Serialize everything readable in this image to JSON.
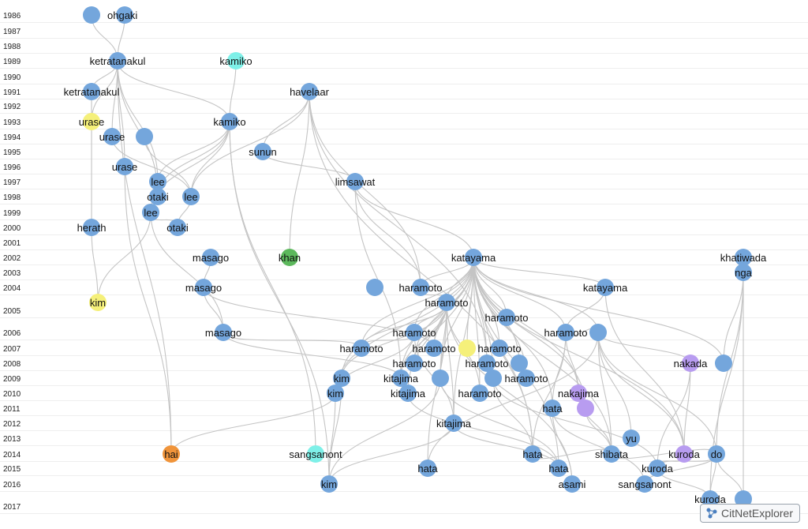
{
  "years": [
    "1986",
    "1987",
    "1988",
    "1989",
    "1990",
    "1991",
    "1992",
    "1993",
    "1994",
    "1995",
    "1996",
    "1997",
    "1998",
    "1999",
    "2000",
    "2001",
    "2002",
    "2003",
    "2004",
    "2005",
    "2006",
    "2007",
    "2008",
    "2009",
    "2010",
    "2011",
    "2012",
    "2013",
    "2014",
    "2015",
    "2016",
    "2017"
  ],
  "colors": {
    "blue": "#74a6dc",
    "yellow": "#f5f07a",
    "cyan": "#7ef0e8",
    "green": "#5cb85c",
    "orange": "#f0943a",
    "purple": "#b89cf0",
    "edge": "#c4c4c4"
  },
  "nodes": [
    {
      "id": "n1",
      "label": "",
      "year": 1986,
      "color": "blue"
    },
    {
      "id": "n2",
      "label": "ohgaki",
      "year": 1986,
      "color": "blue"
    },
    {
      "id": "n3",
      "label": "ketratanakul",
      "year": 1989,
      "color": "blue"
    },
    {
      "id": "n4",
      "label": "kamiko",
      "year": 1989,
      "color": "cyan"
    },
    {
      "id": "n5",
      "label": "ketratanakul",
      "year": 1991,
      "color": "blue"
    },
    {
      "id": "n6",
      "label": "havelaar",
      "year": 1991,
      "color": "blue"
    },
    {
      "id": "n7",
      "label": "urase",
      "year": 1993,
      "color": "yellow"
    },
    {
      "id": "n8",
      "label": "kamiko",
      "year": 1993,
      "color": "blue"
    },
    {
      "id": "n9",
      "label": "urase",
      "year": 1994,
      "color": "blue"
    },
    {
      "id": "n10",
      "label": "",
      "year": 1994,
      "color": "blue"
    },
    {
      "id": "n11",
      "label": "sunun",
      "year": 1995,
      "color": "blue"
    },
    {
      "id": "n12",
      "label": "urase",
      "year": 1996,
      "color": "blue"
    },
    {
      "id": "n13",
      "label": "lee",
      "year": 1997,
      "color": "blue"
    },
    {
      "id": "n14",
      "label": "limsawat",
      "year": 1997,
      "color": "blue"
    },
    {
      "id": "n15",
      "label": "otaki",
      "year": 1998,
      "color": "blue"
    },
    {
      "id": "n16",
      "label": "lee",
      "year": 1998,
      "color": "blue"
    },
    {
      "id": "n17",
      "label": "lee",
      "year": 1999,
      "color": "blue"
    },
    {
      "id": "n18",
      "label": "herath",
      "year": 2000,
      "color": "blue"
    },
    {
      "id": "n19",
      "label": "otaki",
      "year": 2000,
      "color": "blue"
    },
    {
      "id": "n20",
      "label": "masago",
      "year": 2002,
      "color": "blue"
    },
    {
      "id": "n21",
      "label": "khan",
      "year": 2002,
      "color": "green"
    },
    {
      "id": "n22",
      "label": "katayama",
      "year": 2002,
      "color": "blue"
    },
    {
      "id": "n23",
      "label": "khatiwada",
      "year": 2002,
      "color": "blue"
    },
    {
      "id": "n24",
      "label": "nga",
      "year": 2003,
      "color": "blue"
    },
    {
      "id": "n25",
      "label": "masago",
      "year": 2004,
      "color": "blue"
    },
    {
      "id": "n26",
      "label": "",
      "year": 2004,
      "color": "blue"
    },
    {
      "id": "n27",
      "label": "haramoto",
      "year": 2004,
      "color": "blue"
    },
    {
      "id": "n28",
      "label": "katayama",
      "year": 2004,
      "color": "blue"
    },
    {
      "id": "n29",
      "label": "kim",
      "year": 2005,
      "color": "yellow"
    },
    {
      "id": "n30",
      "label": "haramoto",
      "year": 2005,
      "color": "blue"
    },
    {
      "id": "n31",
      "label": "haramoto",
      "year": 2006,
      "color": "blue"
    },
    {
      "id": "n32",
      "label": "masago",
      "year": 2006,
      "color": "blue"
    },
    {
      "id": "n33",
      "label": "haramoto",
      "year": 2006,
      "color": "blue"
    },
    {
      "id": "n34",
      "label": "haramoto",
      "year": 2006,
      "color": "blue"
    },
    {
      "id": "n35",
      "label": "",
      "year": 2006,
      "color": "blue"
    },
    {
      "id": "n36",
      "label": "haramoto",
      "year": 2007,
      "color": "blue"
    },
    {
      "id": "n37",
      "label": "haramoto",
      "year": 2007,
      "color": "blue"
    },
    {
      "id": "n38",
      "label": "",
      "year": 2007,
      "color": "yellow"
    },
    {
      "id": "n39",
      "label": "haramoto",
      "year": 2007,
      "color": "blue"
    },
    {
      "id": "n40",
      "label": "haramoto",
      "year": 2008,
      "color": "blue"
    },
    {
      "id": "n41",
      "label": "haramoto",
      "year": 2008,
      "color": "blue"
    },
    {
      "id": "n42",
      "label": "",
      "year": 2008,
      "color": "blue"
    },
    {
      "id": "n43",
      "label": "nakada",
      "year": 2008,
      "color": "purple"
    },
    {
      "id": "n44",
      "label": "",
      "year": 2008,
      "color": "blue"
    },
    {
      "id": "n45",
      "label": "kim",
      "year": 2009,
      "color": "blue"
    },
    {
      "id": "n46",
      "label": "kitajima",
      "year": 2009,
      "color": "blue"
    },
    {
      "id": "n47",
      "label": "",
      "year": 2009,
      "color": "blue"
    },
    {
      "id": "n48",
      "label": "",
      "year": 2009,
      "color": "blue"
    },
    {
      "id": "n49",
      "label": "haramoto",
      "year": 2009,
      "color": "blue"
    },
    {
      "id": "n50",
      "label": "kim",
      "year": 2010,
      "color": "blue"
    },
    {
      "id": "n51",
      "label": "kitajima",
      "year": 2010,
      "color": "blue"
    },
    {
      "id": "n52",
      "label": "haramoto",
      "year": 2010,
      "color": "blue"
    },
    {
      "id": "n53",
      "label": "nakajima",
      "year": 2010,
      "color": "purple"
    },
    {
      "id": "n54",
      "label": "hata",
      "year": 2011,
      "color": "blue"
    },
    {
      "id": "n55",
      "label": "",
      "year": 2011,
      "color": "purple"
    },
    {
      "id": "n56",
      "label": "kitajima",
      "year": 2012,
      "color": "blue"
    },
    {
      "id": "n57",
      "label": "yu",
      "year": 2013,
      "color": "blue"
    },
    {
      "id": "n58",
      "label": "hai",
      "year": 2014,
      "color": "orange"
    },
    {
      "id": "n59",
      "label": "sangsanont",
      "year": 2014,
      "color": "cyan"
    },
    {
      "id": "n60",
      "label": "hata",
      "year": 2014,
      "color": "blue"
    },
    {
      "id": "n61",
      "label": "shibata",
      "year": 2014,
      "color": "blue"
    },
    {
      "id": "n62",
      "label": "kuroda",
      "year": 2014,
      "color": "purple"
    },
    {
      "id": "n63",
      "label": "do",
      "year": 2014,
      "color": "blue"
    },
    {
      "id": "n64",
      "label": "hata",
      "year": 2015,
      "color": "blue"
    },
    {
      "id": "n65",
      "label": "hata",
      "year": 2015,
      "color": "blue"
    },
    {
      "id": "n66",
      "label": "kuroda",
      "year": 2015,
      "color": "blue"
    },
    {
      "id": "n67",
      "label": "kim",
      "year": 2016,
      "color": "blue"
    },
    {
      "id": "n68",
      "label": "asami",
      "year": 2016,
      "color": "blue"
    },
    {
      "id": "n69",
      "label": "sangsanont",
      "year": 2016,
      "color": "blue"
    },
    {
      "id": "n70",
      "label": "kuroda",
      "year": 2017,
      "color": "blue"
    },
    {
      "id": "n71",
      "label": "",
      "year": 2017,
      "color": "blue"
    }
  ],
  "edges": [
    [
      "n1",
      "n3"
    ],
    [
      "n2",
      "n3"
    ],
    [
      "n3",
      "n5"
    ],
    [
      "n3",
      "n7"
    ],
    [
      "n3",
      "n9"
    ],
    [
      "n3",
      "n12"
    ],
    [
      "n3",
      "n13"
    ],
    [
      "n3",
      "n15"
    ],
    [
      "n3",
      "n8"
    ],
    [
      "n3",
      "n58"
    ],
    [
      "n4",
      "n8"
    ],
    [
      "n5",
      "n7"
    ],
    [
      "n7",
      "n18"
    ],
    [
      "n18",
      "n29"
    ],
    [
      "n12",
      "n58"
    ],
    [
      "n9",
      "n16"
    ],
    [
      "n10",
      "n16"
    ],
    [
      "n8",
      "n13"
    ],
    [
      "n8",
      "n15"
    ],
    [
      "n8",
      "n16"
    ],
    [
      "n8",
      "n17"
    ],
    [
      "n8",
      "n59"
    ],
    [
      "n8",
      "n67"
    ],
    [
      "n6",
      "n11"
    ],
    [
      "n6",
      "n21"
    ],
    [
      "n6",
      "n16"
    ],
    [
      "n6",
      "n27"
    ],
    [
      "n6",
      "n41"
    ],
    [
      "n6",
      "n60"
    ],
    [
      "n11",
      "n14"
    ],
    [
      "n14",
      "n22"
    ],
    [
      "n14",
      "n27"
    ],
    [
      "n14",
      "n46"
    ],
    [
      "n13",
      "n17"
    ],
    [
      "n15",
      "n17"
    ],
    [
      "n16",
      "n19"
    ],
    [
      "n17",
      "n29"
    ],
    [
      "n17",
      "n32"
    ],
    [
      "n17",
      "n19"
    ],
    [
      "n20",
      "n25"
    ],
    [
      "n25",
      "n32"
    ],
    [
      "n22",
      "n27"
    ],
    [
      "n22",
      "n30"
    ],
    [
      "n22",
      "n31"
    ],
    [
      "n22",
      "n33"
    ],
    [
      "n22",
      "n34"
    ],
    [
      "n22",
      "n35"
    ],
    [
      "n22",
      "n36"
    ],
    [
      "n22",
      "n37"
    ],
    [
      "n22",
      "n38"
    ],
    [
      "n22",
      "n39"
    ],
    [
      "n22",
      "n40"
    ],
    [
      "n22",
      "n41"
    ],
    [
      "n22",
      "n42"
    ],
    [
      "n22",
      "n44"
    ],
    [
      "n22",
      "n45"
    ],
    [
      "n22",
      "n46"
    ],
    [
      "n22",
      "n47"
    ],
    [
      "n22",
      "n48"
    ],
    [
      "n22",
      "n49"
    ],
    [
      "n22",
      "n50"
    ],
    [
      "n22",
      "n51"
    ],
    [
      "n22",
      "n52"
    ],
    [
      "n22",
      "n53"
    ],
    [
      "n22",
      "n54"
    ],
    [
      "n22",
      "n55"
    ],
    [
      "n22",
      "n56"
    ],
    [
      "n22",
      "n60"
    ],
    [
      "n22",
      "n61"
    ],
    [
      "n22",
      "n62"
    ],
    [
      "n22",
      "n64"
    ],
    [
      "n22",
      "n28"
    ],
    [
      "n23",
      "n24"
    ],
    [
      "n24",
      "n44"
    ],
    [
      "n24",
      "n63"
    ],
    [
      "n24",
      "n70"
    ],
    [
      "n24",
      "n71"
    ],
    [
      "n28",
      "n34"
    ],
    [
      "n28",
      "n62"
    ],
    [
      "n27",
      "n30"
    ],
    [
      "n30",
      "n31"
    ],
    [
      "n30",
      "n36"
    ],
    [
      "n30",
      "n37"
    ],
    [
      "n30",
      "n40"
    ],
    [
      "n30",
      "n45"
    ],
    [
      "n30",
      "n46"
    ],
    [
      "n30",
      "n47"
    ],
    [
      "n30",
      "n52"
    ],
    [
      "n30",
      "n56"
    ],
    [
      "n30",
      "n65"
    ],
    [
      "n30",
      "n68"
    ],
    [
      "n31",
      "n36"
    ],
    [
      "n31",
      "n50"
    ],
    [
      "n31",
      "n56"
    ],
    [
      "n34",
      "n35"
    ],
    [
      "n34",
      "n53"
    ],
    [
      "n34",
      "n54"
    ],
    [
      "n34",
      "n60"
    ],
    [
      "n35",
      "n43"
    ],
    [
      "n35",
      "n57"
    ],
    [
      "n35",
      "n61"
    ],
    [
      "n35",
      "n62"
    ],
    [
      "n35",
      "n63"
    ],
    [
      "n35",
      "n65"
    ],
    [
      "n43",
      "n62"
    ],
    [
      "n43",
      "n66"
    ],
    [
      "n45",
      "n50"
    ],
    [
      "n50",
      "n67"
    ],
    [
      "n45",
      "n67"
    ],
    [
      "n50",
      "n58"
    ],
    [
      "n46",
      "n51"
    ],
    [
      "n47",
      "n67"
    ],
    [
      "n47",
      "n64"
    ],
    [
      "n48",
      "n60"
    ],
    [
      "n48",
      "n66"
    ],
    [
      "n51",
      "n64"
    ],
    [
      "n56",
      "n64"
    ],
    [
      "n56",
      "n67"
    ],
    [
      "n53",
      "n61"
    ],
    [
      "n55",
      "n61"
    ],
    [
      "n54",
      "n69"
    ],
    [
      "n54",
      "n68"
    ],
    [
      "n60",
      "n61"
    ],
    [
      "n61",
      "n63"
    ],
    [
      "n62",
      "n66"
    ],
    [
      "n63",
      "n66"
    ],
    [
      "n63",
      "n69"
    ],
    [
      "n63",
      "n70"
    ],
    [
      "n63",
      "n71"
    ],
    [
      "n66",
      "n70"
    ],
    [
      "n32",
      "n46"
    ],
    [
      "n32",
      "n36"
    ],
    [
      "n25",
      "n37"
    ]
  ],
  "badge": {
    "label": "CitNetExplorer"
  }
}
